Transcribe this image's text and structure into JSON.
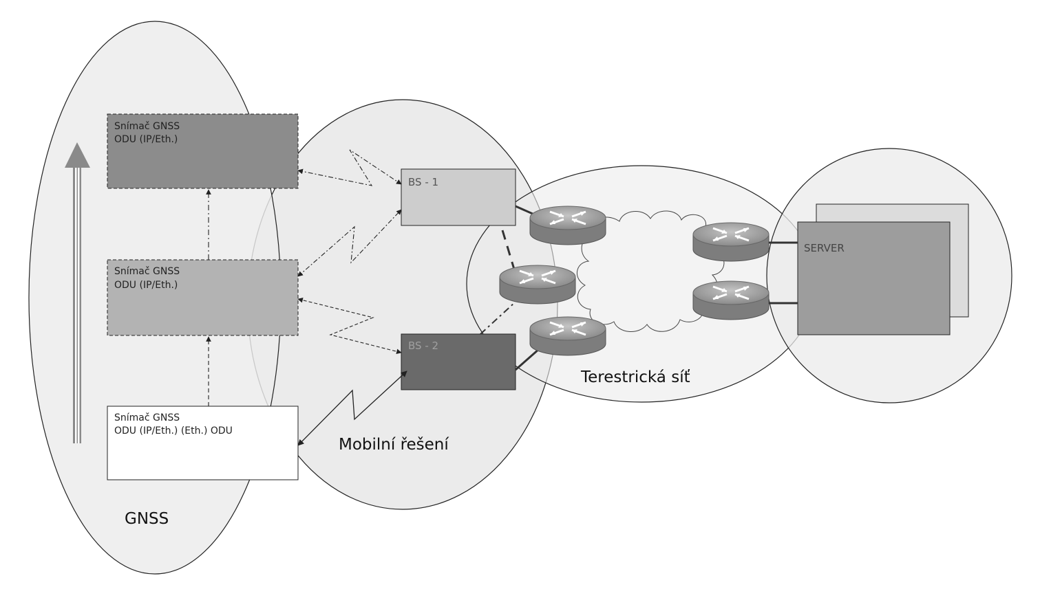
{
  "regions": {
    "gnss": "GNSS",
    "mobile": "Mobilní řešení",
    "terrestrial": "Terestrická síť"
  },
  "sensors": [
    {
      "line1": "Snímač GNSS",
      "line2": "ODU (IP/Eth.)",
      "fill": "#8c8c8c"
    },
    {
      "line1": "Snímač GNSS",
      "line2": "ODU (IP/Eth.)",
      "fill": "#b3b3b3"
    },
    {
      "line1": "Snímač GNSS",
      "line2": "ODU (IP/Eth.) (Eth.) ODU",
      "fill": "#ffffff"
    }
  ],
  "base_stations": [
    {
      "label": "BS - 1",
      "fill": "#cdcdcd"
    },
    {
      "label": "BS - 2",
      "fill": "#6a6a6a"
    }
  ],
  "server": {
    "label": "SERVER"
  },
  "colors": {
    "ellipse_fill": "#ebebeb",
    "outline": "#222222",
    "router_fill": "#9a9a9a"
  }
}
